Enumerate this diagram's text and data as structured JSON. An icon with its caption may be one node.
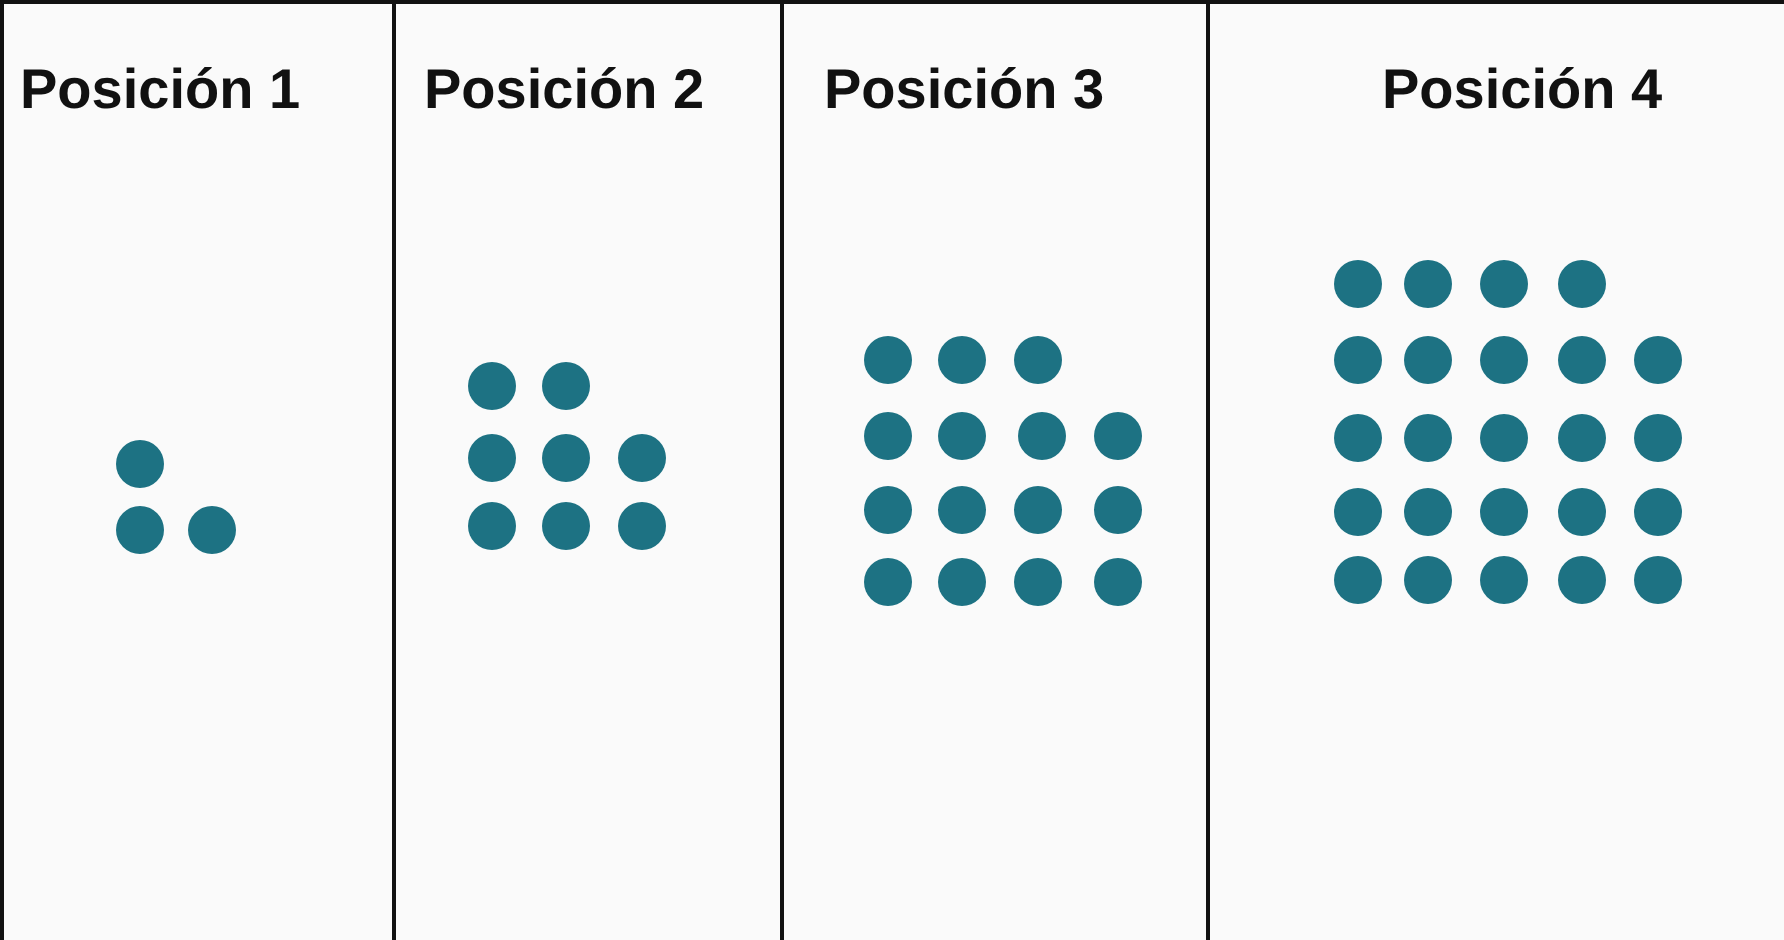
{
  "diagram": {
    "nodes": [
      {
        "text": [
          "Posición 1"
        ]
      },
      {
        "text": [
          "Posición 2"
        ]
      },
      {
        "text": [
          "Posición 3"
        ]
      },
      {
        "text": [
          "Posición 4"
        ]
      }
    ]
  }
}
